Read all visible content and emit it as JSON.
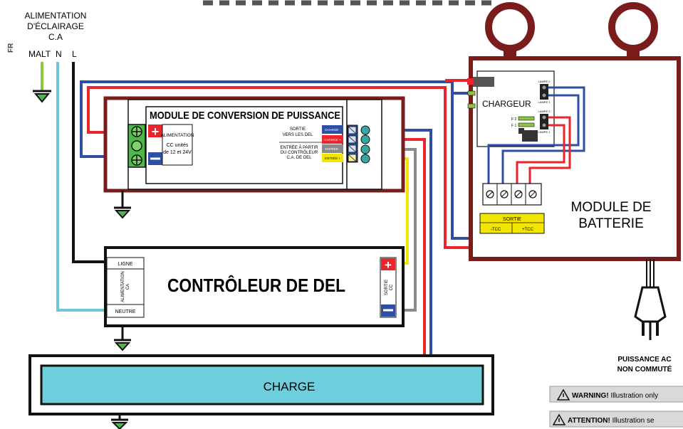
{
  "lang_tag": "FR",
  "supply": {
    "title_lines": [
      "ALIMENTATION",
      "D'ÉCLAIRAGE",
      "C.A"
    ],
    "terminals": [
      "MALT",
      "N",
      "L"
    ]
  },
  "conversion_module": {
    "title": "MODULE DE CONVERSION DE PUISSANCE",
    "input_lines": [
      "ALIMENTATION",
      "CC unités",
      "de 12 et 24V"
    ],
    "plus_sign": "+",
    "output_label_lines": [
      "SORTIE",
      "VERS LES DEL"
    ],
    "input_from_lines": [
      "ENTRÉE À PARTIR",
      "DU CONTRÔLEUR",
      "C.A. DE DEL"
    ],
    "tag_charge_minus": "CHARGE -",
    "tag_charge_plus": "CHARGE +",
    "tag_entree_minus": "ENTRÉE -",
    "tag_entree_plus": "ENTRÉE +"
  },
  "battery_module": {
    "title_lines": [
      "MODULE DE",
      "BATTERIE"
    ],
    "charger": "CHARGEUR",
    "lamp2": "LAMPE 2",
    "lamp1": "LAMPE 1",
    "fuse2": "F 2",
    "fuse1": "F 1",
    "output": "SORTIE",
    "out_minus": "-TCC",
    "out_plus": "+TCC"
  },
  "led_controller": {
    "title": "CONTRÔLEUR DE DEL",
    "ligne": "LIGNE",
    "neutre": "NEUTRE",
    "alim_lines": [
      "ALIMENTATION",
      "CA"
    ],
    "sortie_lines": [
      "SORTIE",
      "CC"
    ],
    "plus_sign": "+"
  },
  "charge": {
    "label": "CHARGE"
  },
  "unswitched": {
    "lines": [
      "PUISSANCE AC",
      "NON COMMUTÉ"
    ]
  },
  "warnings": {
    "w1_bold": "WARNING!",
    "w1_text": "Illustration only",
    "w2_bold": "ATTENTION!",
    "w2_text": "Illustration se"
  },
  "colors": {
    "maroon": "#7a1c1c",
    "red_wire": "#e8262b",
    "blue_wire": "#2e4fa3",
    "light_blue_wire": "#6ec6dc",
    "green_wire": "#8cc63f",
    "yellow_wire": "#f2e600",
    "gray_wire": "#8a8a8a",
    "charge_fill": "#6ecfdc",
    "ground_green": "#4db848"
  }
}
